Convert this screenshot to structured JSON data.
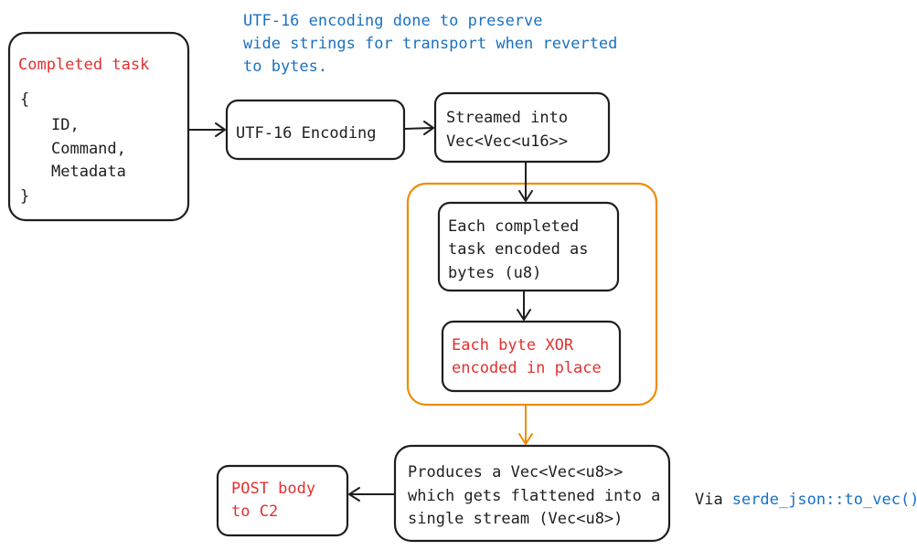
{
  "nodes": {
    "completed_task": {
      "title": "Completed task",
      "lines": [
        "{",
        "ID,",
        "Command,",
        "Metadata",
        "}"
      ]
    },
    "utf16_encoding": {
      "label": "UTF-16 Encoding"
    },
    "streamed_into": {
      "lines": [
        "Streamed into",
        "Vec<Vec<u16>>"
      ]
    },
    "each_task_bytes": {
      "lines": [
        "Each completed",
        "task encoded as",
        "bytes (u8)"
      ]
    },
    "each_byte_xor": {
      "lines": [
        "Each byte XOR",
        "encoded in place"
      ]
    },
    "produces_vec": {
      "lines": [
        "Produces a Vec<Vec<u8>>",
        "which gets flattened into a",
        "single stream (Vec<u8>)"
      ]
    },
    "post_body": {
      "lines": [
        "POST body",
        "to C2"
      ]
    }
  },
  "annotations": {
    "utf16_note": [
      "UTF-16 encoding done to preserve",
      "wide strings for transport when reverted",
      "to bytes."
    ],
    "via_prefix": "Via",
    "via_function": "serde_json::to_vec()"
  },
  "colors": {
    "stroke": "#1e1e1e",
    "accent_red": "#e03131",
    "accent_blue": "#1971c2",
    "frame_orange": "#f08c00"
  }
}
